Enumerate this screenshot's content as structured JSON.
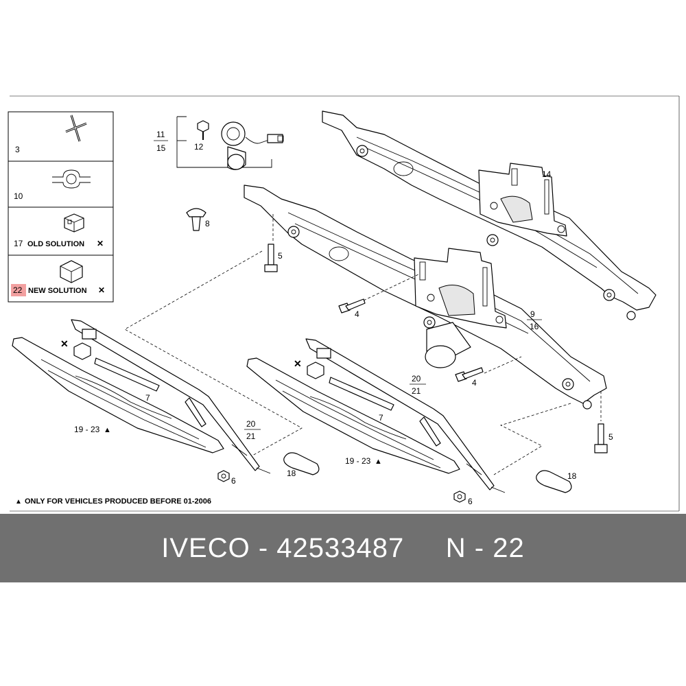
{
  "diagram": {
    "legend": [
      {
        "num": "3",
        "text": ""
      },
      {
        "num": "10",
        "text": ""
      },
      {
        "num": "17",
        "text": "OLD SOLUTION"
      },
      {
        "num": "22",
        "text": "NEW SOLUTION"
      }
    ],
    "legend_mark": "✕",
    "labels": {
      "l11": "11",
      "l15": "15",
      "l12": "12",
      "l14": "14",
      "l8": "8",
      "l5a": "5",
      "l4a": "4",
      "l9": "9",
      "l16": "16",
      "l4b": "4",
      "l5b": "5",
      "l7a": "7",
      "l20a": "20",
      "l21a": "21",
      "l19a": "19 - 23",
      "l6a": "6",
      "l18a": "18",
      "l20b": "20",
      "l21b": "21",
      "l7b": "7",
      "l19b": "19 - 23",
      "l6b": "6",
      "l18b": "18"
    },
    "footnote": "ONLY FOR VEHICLES PRODUCED BEFORE 01-2006"
  },
  "footer": {
    "text": "IVECO - 42533487     N - 22"
  },
  "colors": {
    "footer_bg": "#707070",
    "highlight": "#f2a0a0"
  }
}
